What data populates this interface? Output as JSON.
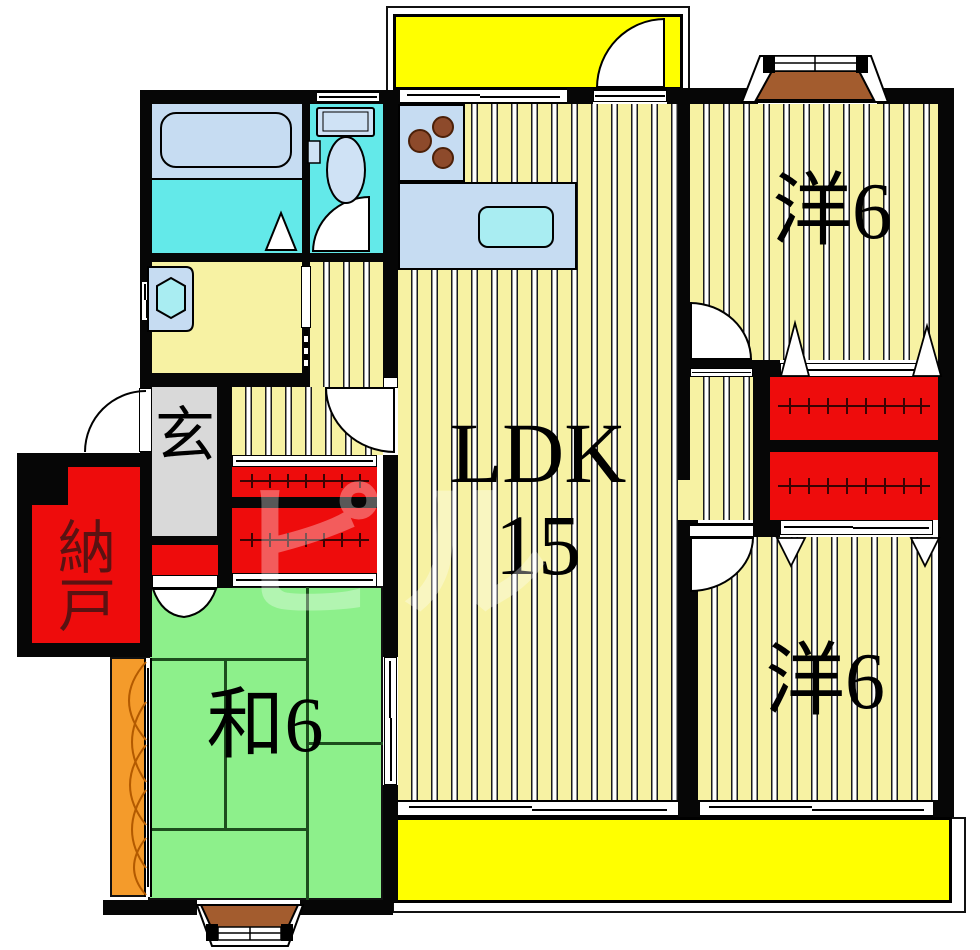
{
  "floorplan": {
    "rooms": {
      "ldk": {
        "label": "LDK",
        "size": "15"
      },
      "western_room_top": {
        "label": "洋6"
      },
      "western_room_bottom": {
        "label": "洋6"
      },
      "japanese_room": {
        "label": "和6"
      },
      "storage_room": {
        "label": "納戸"
      },
      "entrance": {
        "label": "玄"
      }
    },
    "watermark": "ピル",
    "colors": {
      "wall": "#060606",
      "flooring": "#f7f2a3",
      "balcony": "#ffff00",
      "tatami": "#8df08b",
      "closet_red": "#ee0c0c",
      "entrance_gray": "#d9d9d9",
      "wet_cyan": "#63e9e9",
      "fixture_blue": "#c6dcf2",
      "sink_cyan": "#a9edf2",
      "bay_brown": "#a35c2e",
      "deck_orange": "#f49b2b"
    }
  }
}
